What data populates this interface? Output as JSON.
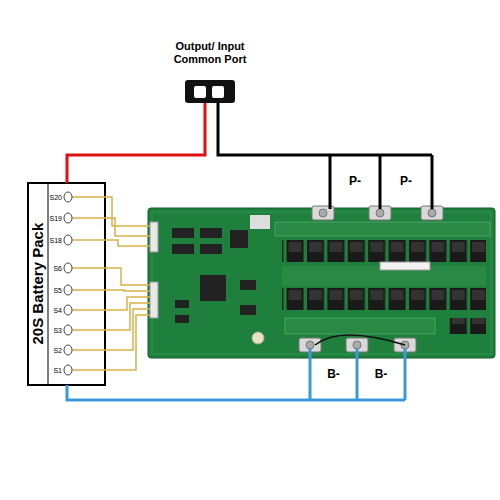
{
  "diagram": {
    "nodes": [
      {
        "text": [
          "Output/ Input Common Port"
        ]
      },
      {
        "text": [
          "20S Battery Pack"
        ]
      },
      {
        "text": [
          "P-"
        ]
      },
      {
        "text": [
          "P-"
        ]
      },
      {
        "text": [
          "B-"
        ]
      },
      {
        "text": [
          "B-"
        ]
      }
    ],
    "edges": [
      {
        "from": 0,
        "to": 1,
        "arrow": "none"
      },
      {
        "from": 0,
        "to": 2,
        "arrow": "none"
      },
      {
        "from": 1,
        "to": 4,
        "arrow": "none"
      }
    ],
    "labels": [
      "S20",
      "S19",
      "S18",
      "S6",
      "S5",
      "S4",
      "S3",
      "S2",
      "S1"
    ]
  }
}
